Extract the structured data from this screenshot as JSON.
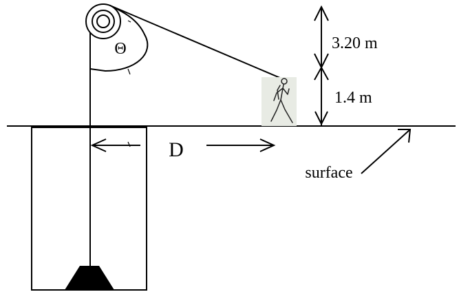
{
  "labels": {
    "angle": "Θ",
    "height_upper": "3.20 m",
    "height_lower": "1.4 m",
    "distance": "D",
    "surface": "surface"
  },
  "icons": {
    "person": "walking-person-icon",
    "pulley": "pulley-icon",
    "load": "trapezoid-load-icon"
  },
  "colors": {
    "line": "#000000",
    "person_background": "#e8ebe4"
  }
}
